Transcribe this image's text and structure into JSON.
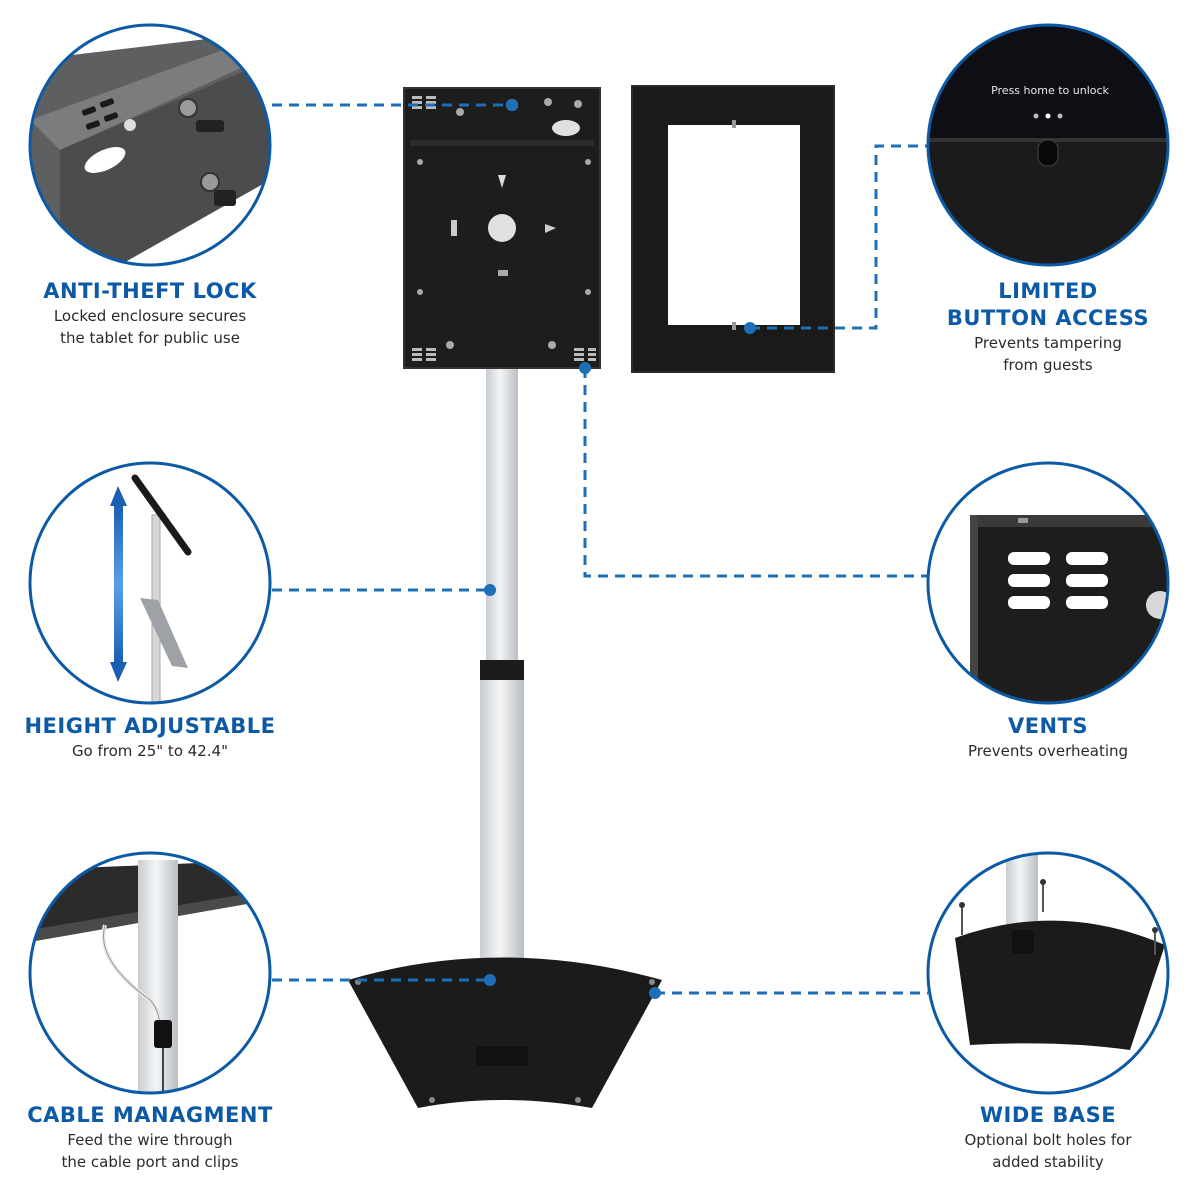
{
  "features": [
    {
      "title": "ANTI-THEFT LOCK",
      "desc1": "Locked enclosure secures",
      "desc2": "the tablet for public use"
    },
    {
      "title1": "LIMITED",
      "title2": "BUTTON ACCESS",
      "desc1": "Prevents tampering",
      "desc2": "from guests"
    },
    {
      "title": "HEIGHT ADJUSTABLE",
      "desc1": "Go from 25\" to 42.4\""
    },
    {
      "title": "VENTS",
      "desc1": "Prevents overheating"
    },
    {
      "title": "CABLE MANAGMENT",
      "desc1": "Feed the wire through",
      "desc2": "the cable port and clips"
    },
    {
      "title": "WIDE BASE",
      "desc1": "Optional bolt holes for",
      "desc2": "added stability"
    }
  ],
  "screen": {
    "text": "Press home to unlock"
  },
  "colors": {
    "accent": "#0c5aa6",
    "dashed_line": "#1f6fb8",
    "metal_dark": "#1b1b1b",
    "pole": "#e6e8ea"
  }
}
